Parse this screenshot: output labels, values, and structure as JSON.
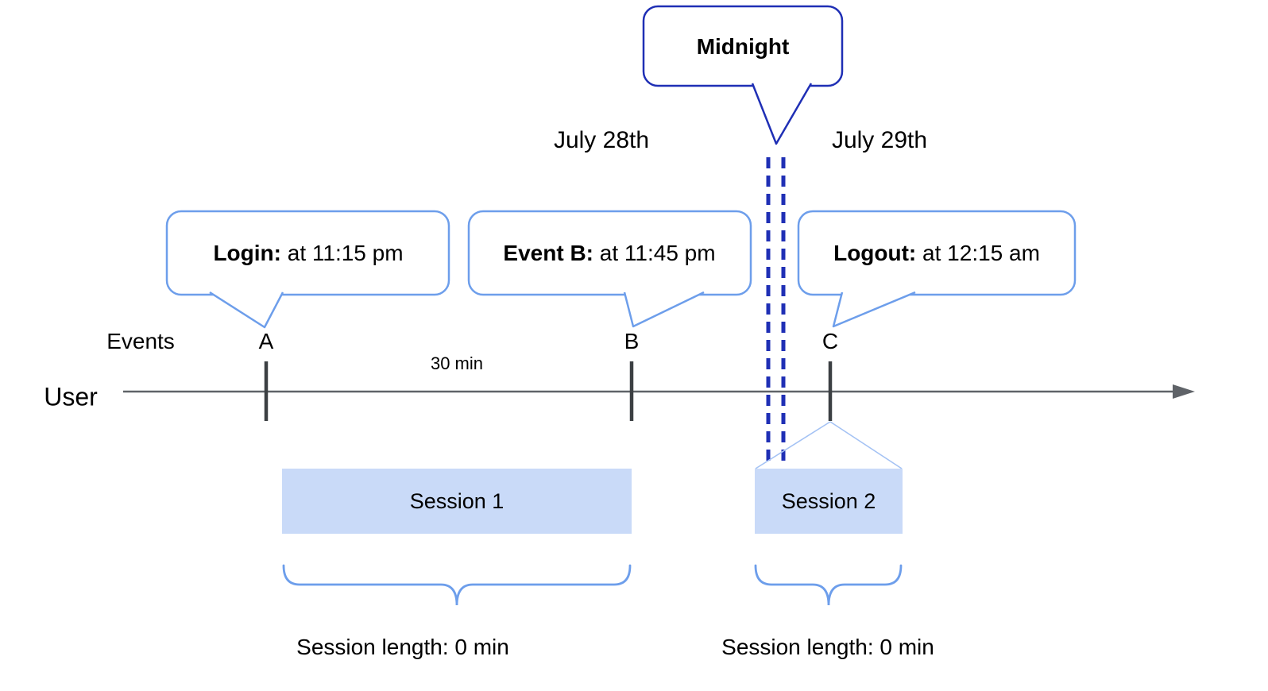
{
  "colors": {
    "callout-blue": "#6d9eeb",
    "dark-blue": "#1f2fb5",
    "session-fill": "#c9daf8",
    "connector-blue": "#a4c2f4",
    "timeline-gray": "#5f6368",
    "tick-gray": "#3c4043",
    "text-black": "#000000"
  },
  "midnight_callout": {
    "label": "Midnight"
  },
  "dates": {
    "left": "July 28th",
    "right": "July 29th"
  },
  "callouts": [
    {
      "title": "Login:",
      "text": "at 11:15 pm"
    },
    {
      "title": "Event B:",
      "text": "at 11:45 pm"
    },
    {
      "title": "Logout:",
      "text": "at 12:15 am"
    }
  ],
  "axis": {
    "events_label": "Events",
    "user_label": "User",
    "event_markers": [
      "A",
      "B",
      "C"
    ],
    "interval_label": "30 min"
  },
  "sessions": [
    {
      "label": "Session 1",
      "length_label": "Session length: 0 min"
    },
    {
      "label": "Session 2",
      "length_label": "Session length: 0 min"
    }
  ]
}
